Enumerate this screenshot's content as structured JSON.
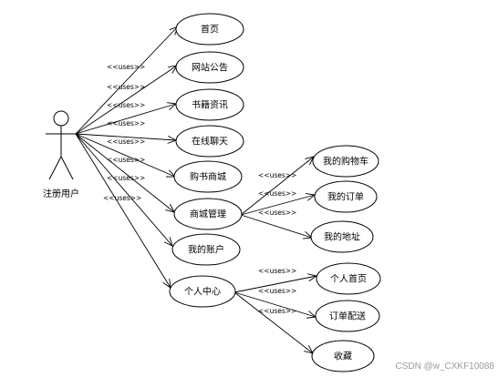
{
  "diagram": {
    "actor": {
      "name": "注册用户"
    },
    "stereotype": "<<uses>>",
    "use_cases": [
      {
        "id": "home",
        "label": "首页"
      },
      {
        "id": "announce",
        "label": "网站公告"
      },
      {
        "id": "books",
        "label": "书籍资讯"
      },
      {
        "id": "chat",
        "label": "在线聊天"
      },
      {
        "id": "mall",
        "label": "购书商城"
      },
      {
        "id": "manage",
        "label": "商城管理"
      },
      {
        "id": "account",
        "label": "我的账户"
      },
      {
        "id": "center",
        "label": "个人中心"
      },
      {
        "id": "cart",
        "label": "我的购物车"
      },
      {
        "id": "orders",
        "label": "我的订单"
      },
      {
        "id": "address",
        "label": "我的地址"
      },
      {
        "id": "profile",
        "label": "个人首页"
      },
      {
        "id": "delivery",
        "label": "订单配送"
      },
      {
        "id": "favorite",
        "label": "收藏"
      }
    ],
    "relations": [
      {
        "from": "actor",
        "to": "home"
      },
      {
        "from": "actor",
        "to": "announce"
      },
      {
        "from": "actor",
        "to": "books"
      },
      {
        "from": "actor",
        "to": "chat"
      },
      {
        "from": "actor",
        "to": "mall"
      },
      {
        "from": "actor",
        "to": "manage"
      },
      {
        "from": "actor",
        "to": "account"
      },
      {
        "from": "actor",
        "to": "center"
      },
      {
        "from": "manage",
        "to": "cart"
      },
      {
        "from": "manage",
        "to": "orders"
      },
      {
        "from": "manage",
        "to": "address"
      },
      {
        "from": "center",
        "to": "profile"
      },
      {
        "from": "center",
        "to": "delivery"
      },
      {
        "from": "center",
        "to": "favorite"
      }
    ]
  },
  "watermark": "CSDN @w_CXKF10088"
}
